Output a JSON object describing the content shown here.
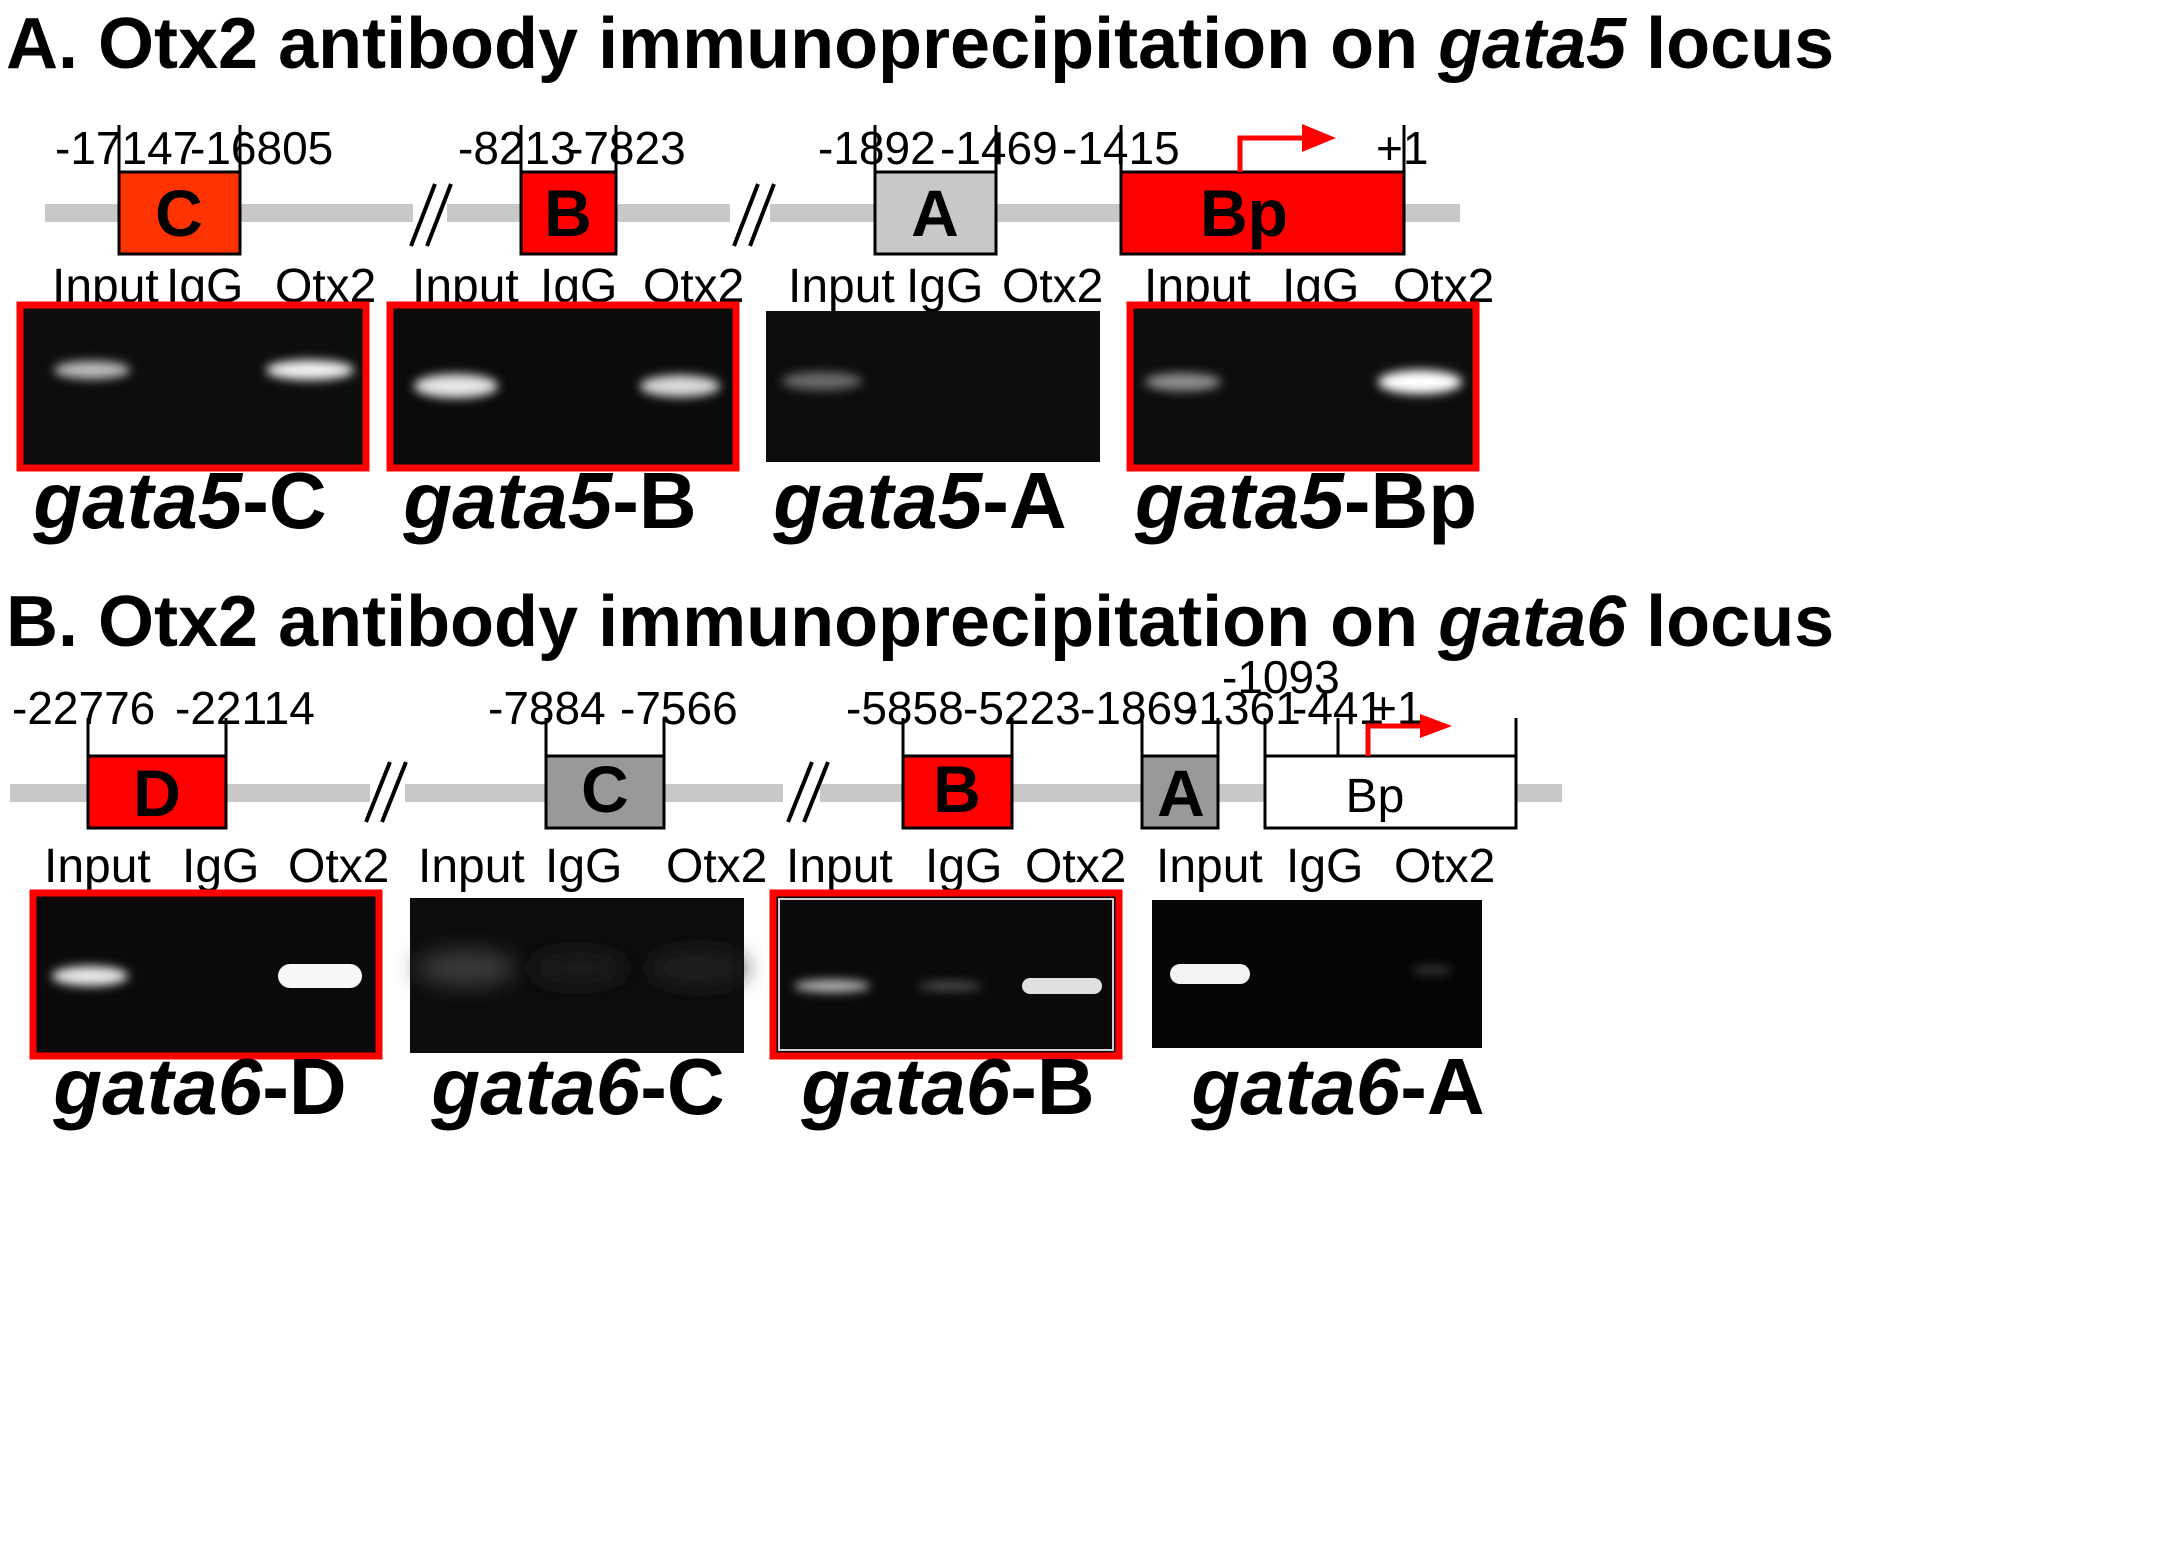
{
  "panel_a": {
    "title_prefix": "A. Otx2 antibody immunoprecipitation on ",
    "title_gene": "gata5",
    "title_suffix": " locus",
    "coords": [
      "-17147",
      "-16805",
      "-8213",
      "-7823",
      "-1892",
      "-1469",
      "-1415",
      "+1"
    ],
    "boxes": [
      {
        "label": "C",
        "color": "#ff3300"
      },
      {
        "label": "B",
        "color": "#ff0000"
      },
      {
        "label": "A",
        "color": "#c8c8c8"
      },
      {
        "label": "Bp",
        "color": "#ff0000"
      }
    ],
    "gels": [
      {
        "lanes": [
          "Input",
          "IgG",
          "Otx2"
        ],
        "gene": "gata5",
        "region": "-C",
        "highlighted": true
      },
      {
        "lanes": [
          "Input",
          "IgG",
          "Otx2"
        ],
        "gene": "gata5",
        "region": "-B",
        "highlighted": true
      },
      {
        "lanes": [
          "Input",
          "IgG",
          "Otx2"
        ],
        "gene": "gata5",
        "region": "-A",
        "highlighted": false
      },
      {
        "lanes": [
          "Input",
          "IgG",
          "Otx2"
        ],
        "gene": "gata5",
        "region": "-Bp",
        "highlighted": true
      }
    ]
  },
  "panel_b": {
    "title_prefix": "B. Otx2 antibody immunoprecipitation on ",
    "title_gene": "gata6",
    "title_suffix": " locus",
    "coords": [
      "-22776",
      "-22114",
      "-7884",
      "-7566",
      "-5858",
      "-5223",
      "-1869",
      "-1361",
      "-1093",
      "-441",
      "+1"
    ],
    "boxes": [
      {
        "label": "D",
        "color": "#ff0000"
      },
      {
        "label": "C",
        "color": "#999999"
      },
      {
        "label": "B",
        "color": "#ff0000"
      },
      {
        "label": "A",
        "color": "#999999"
      },
      {
        "label": "Bp",
        "color": "#ffffff"
      }
    ],
    "gels": [
      {
        "lanes": [
          "Input",
          "IgG",
          "Otx2"
        ],
        "gene": "gata6",
        "region": "-D",
        "highlighted": true
      },
      {
        "lanes": [
          "Input",
          "IgG",
          "Otx2"
        ],
        "gene": "gata6",
        "region": "-C",
        "highlighted": false
      },
      {
        "lanes": [
          "Input",
          "IgG",
          "Otx2"
        ],
        "gene": "gata6",
        "region": "-B",
        "highlighted": true
      },
      {
        "lanes": [
          "Input",
          "IgG",
          "Otx2"
        ],
        "gene": "gata6",
        "region": "-A",
        "highlighted": false
      }
    ]
  },
  "colors": {
    "highlight": "#ff0000",
    "arrow": "#ff0000",
    "backbone": "#c8c8c8",
    "gel": "#0d0d0d"
  }
}
